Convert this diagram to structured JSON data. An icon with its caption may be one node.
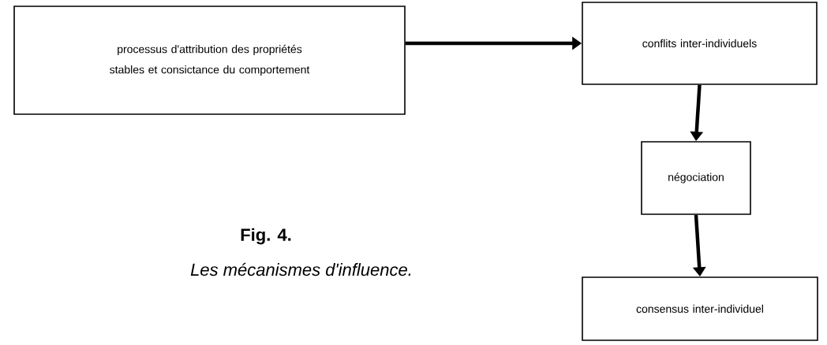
{
  "diagram": {
    "title": "Fig. 4.",
    "caption": "Les mécanismes d'influence.",
    "nodes": [
      {
        "text": [
          "processus d'attribution des propriétés stables et consictance du comportement"
        ]
      },
      {
        "text": [
          "conflits inter-individuels"
        ]
      },
      {
        "text": [
          "négociation"
        ]
      },
      {
        "text": [
          "consensus inter-individuel"
        ]
      }
    ],
    "edges": [
      {
        "from": 0,
        "to": 1,
        "arrow": "to"
      },
      {
        "from": 1,
        "to": 2,
        "arrow": "to"
      },
      {
        "from": 2,
        "to": 3,
        "arrow": "to"
      }
    ]
  }
}
